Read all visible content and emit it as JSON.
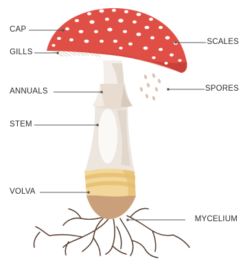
{
  "labels": {
    "cap": "CAP",
    "gills": "GILLS",
    "annuals": "ANNUALS",
    "stem": "STEM",
    "volva": "VOLVA",
    "scales": "SCALES",
    "spores": "SPORES",
    "mycelium": "MYCELIUM"
  },
  "colors": {
    "cap": "#e04f45",
    "scales": "#ffffff",
    "gills": "#f1e4d8",
    "stem": "#ede6df",
    "volva_light": "#f2d79a",
    "volva_band": "#e9c276",
    "volva_dark": "#c9a07a",
    "roots": "#5a4334",
    "spores": "#d9c3b4",
    "leader": "#555555"
  }
}
